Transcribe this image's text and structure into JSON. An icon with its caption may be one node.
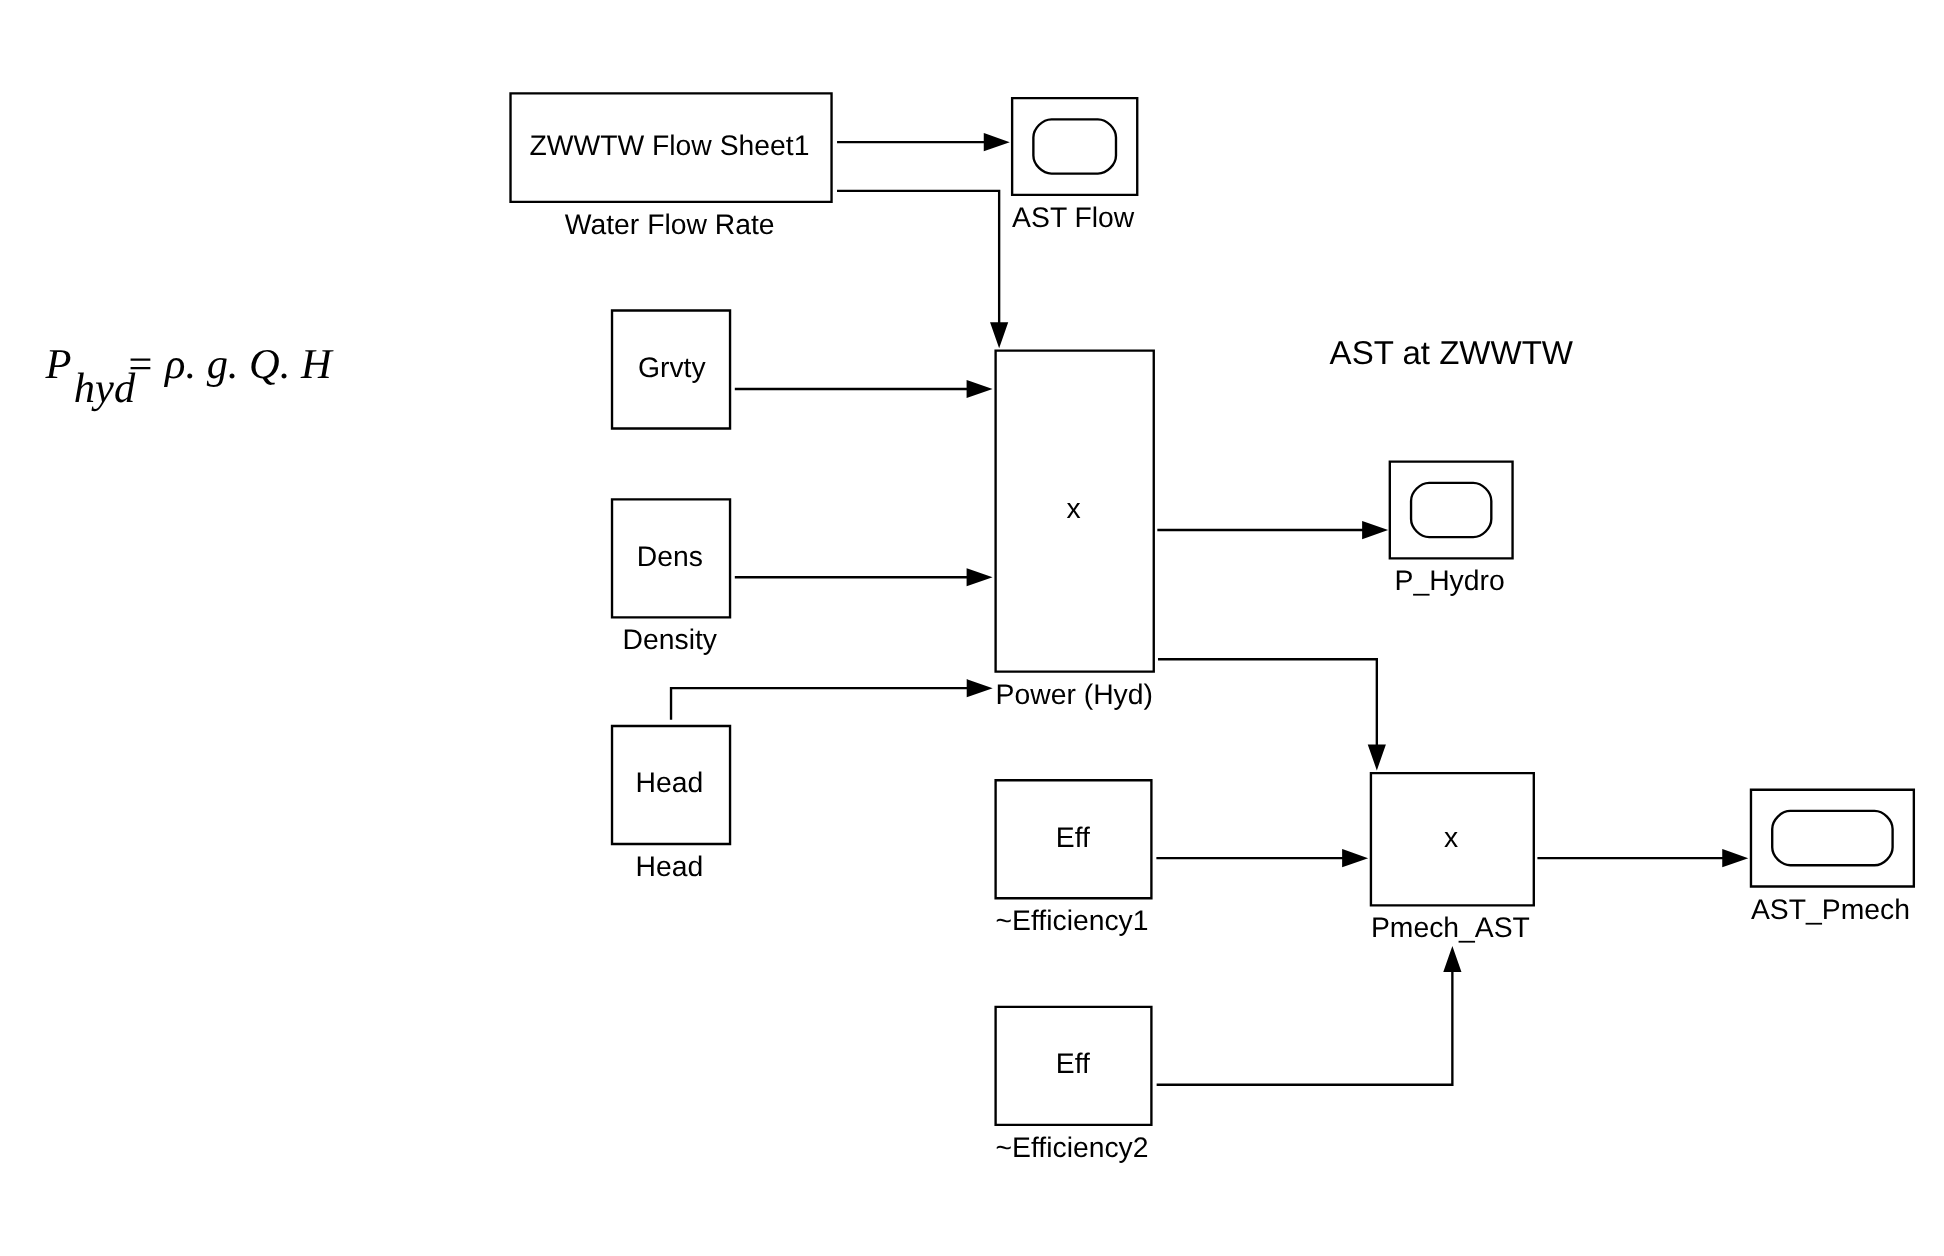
{
  "diagram": {
    "nodes": [
      {
        "text": [
          "ZWWTW Flow Sheet1"
        ],
        "beside": [
          "Water Flow Rate"
        ]
      },
      {
        "text": [],
        "shape": "box",
        "beside": [
          "AST Flow"
        ]
      },
      {
        "text": [
          "Grvty"
        ]
      },
      {
        "text": [
          "Dens"
        ],
        "beside": [
          "Density"
        ]
      },
      {
        "text": [
          "Head"
        ],
        "beside": [
          "Head"
        ]
      },
      {
        "text": [
          "x"
        ],
        "beside": [
          "Power (Hyd)"
        ]
      },
      {
        "text": [],
        "shape": "box",
        "beside": [
          "P_Hydro"
        ]
      },
      {
        "text": [
          "Eff"
        ],
        "beside": [
          "~Efficiency1"
        ]
      },
      {
        "text": [
          "Eff"
        ],
        "beside": [
          "~Efficiency2"
        ]
      },
      {
        "text": [
          "x"
        ],
        "beside": [
          "Pmech_AST"
        ]
      },
      {
        "text": [],
        "shape": "box",
        "beside": [
          "AST_Pmech"
        ]
      }
    ],
    "edges": [
      {
        "from": 0,
        "to": 1,
        "arrow": "to"
      },
      {
        "from": 0,
        "to": 5,
        "arrow": "to"
      },
      {
        "from": 2,
        "to": 5,
        "arrow": "to"
      },
      {
        "from": 3,
        "to": 5,
        "arrow": "to"
      },
      {
        "from": 4,
        "to": 5,
        "arrow": "to"
      },
      {
        "from": 5,
        "to": 6,
        "arrow": "to"
      },
      {
        "from": 5,
        "to": 9,
        "arrow": "to"
      },
      {
        "from": 7,
        "to": 9,
        "arrow": "to"
      },
      {
        "from": 8,
        "to": 9,
        "arrow": "to"
      },
      {
        "from": 9,
        "to": 10,
        "arrow": "to"
      }
    ],
    "labels": [
      "AST at ZWWTW",
      "P$_{hyd}$= ρ. g. Q. H"
    ]
  }
}
